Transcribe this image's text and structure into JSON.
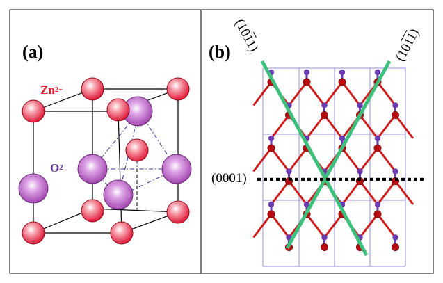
{
  "panels": {
    "a": {
      "label": "(a)",
      "zn_label": {
        "element": "Zn",
        "charge": "2+"
      },
      "o_label": {
        "element": "O",
        "charge": "2-"
      }
    },
    "b": {
      "label": "(b)",
      "plane_basal": "(0001)",
      "plane_left": {
        "open": "(10",
        "bar": "1",
        "close": "1)"
      },
      "plane_right": {
        "open": "(10",
        "bar1": "1",
        "bar2": "1",
        "close": ")"
      }
    }
  },
  "colors": {
    "zn": "#e8203a",
    "o": "#a040b0",
    "green_line": "#3cc07c",
    "lattice_red": "#cc1c1c",
    "lattice_purple": "#6a3ab0",
    "grid": "#9a8fd8",
    "zn_label": "#e0202c",
    "o_label": "#6a3aa8"
  }
}
